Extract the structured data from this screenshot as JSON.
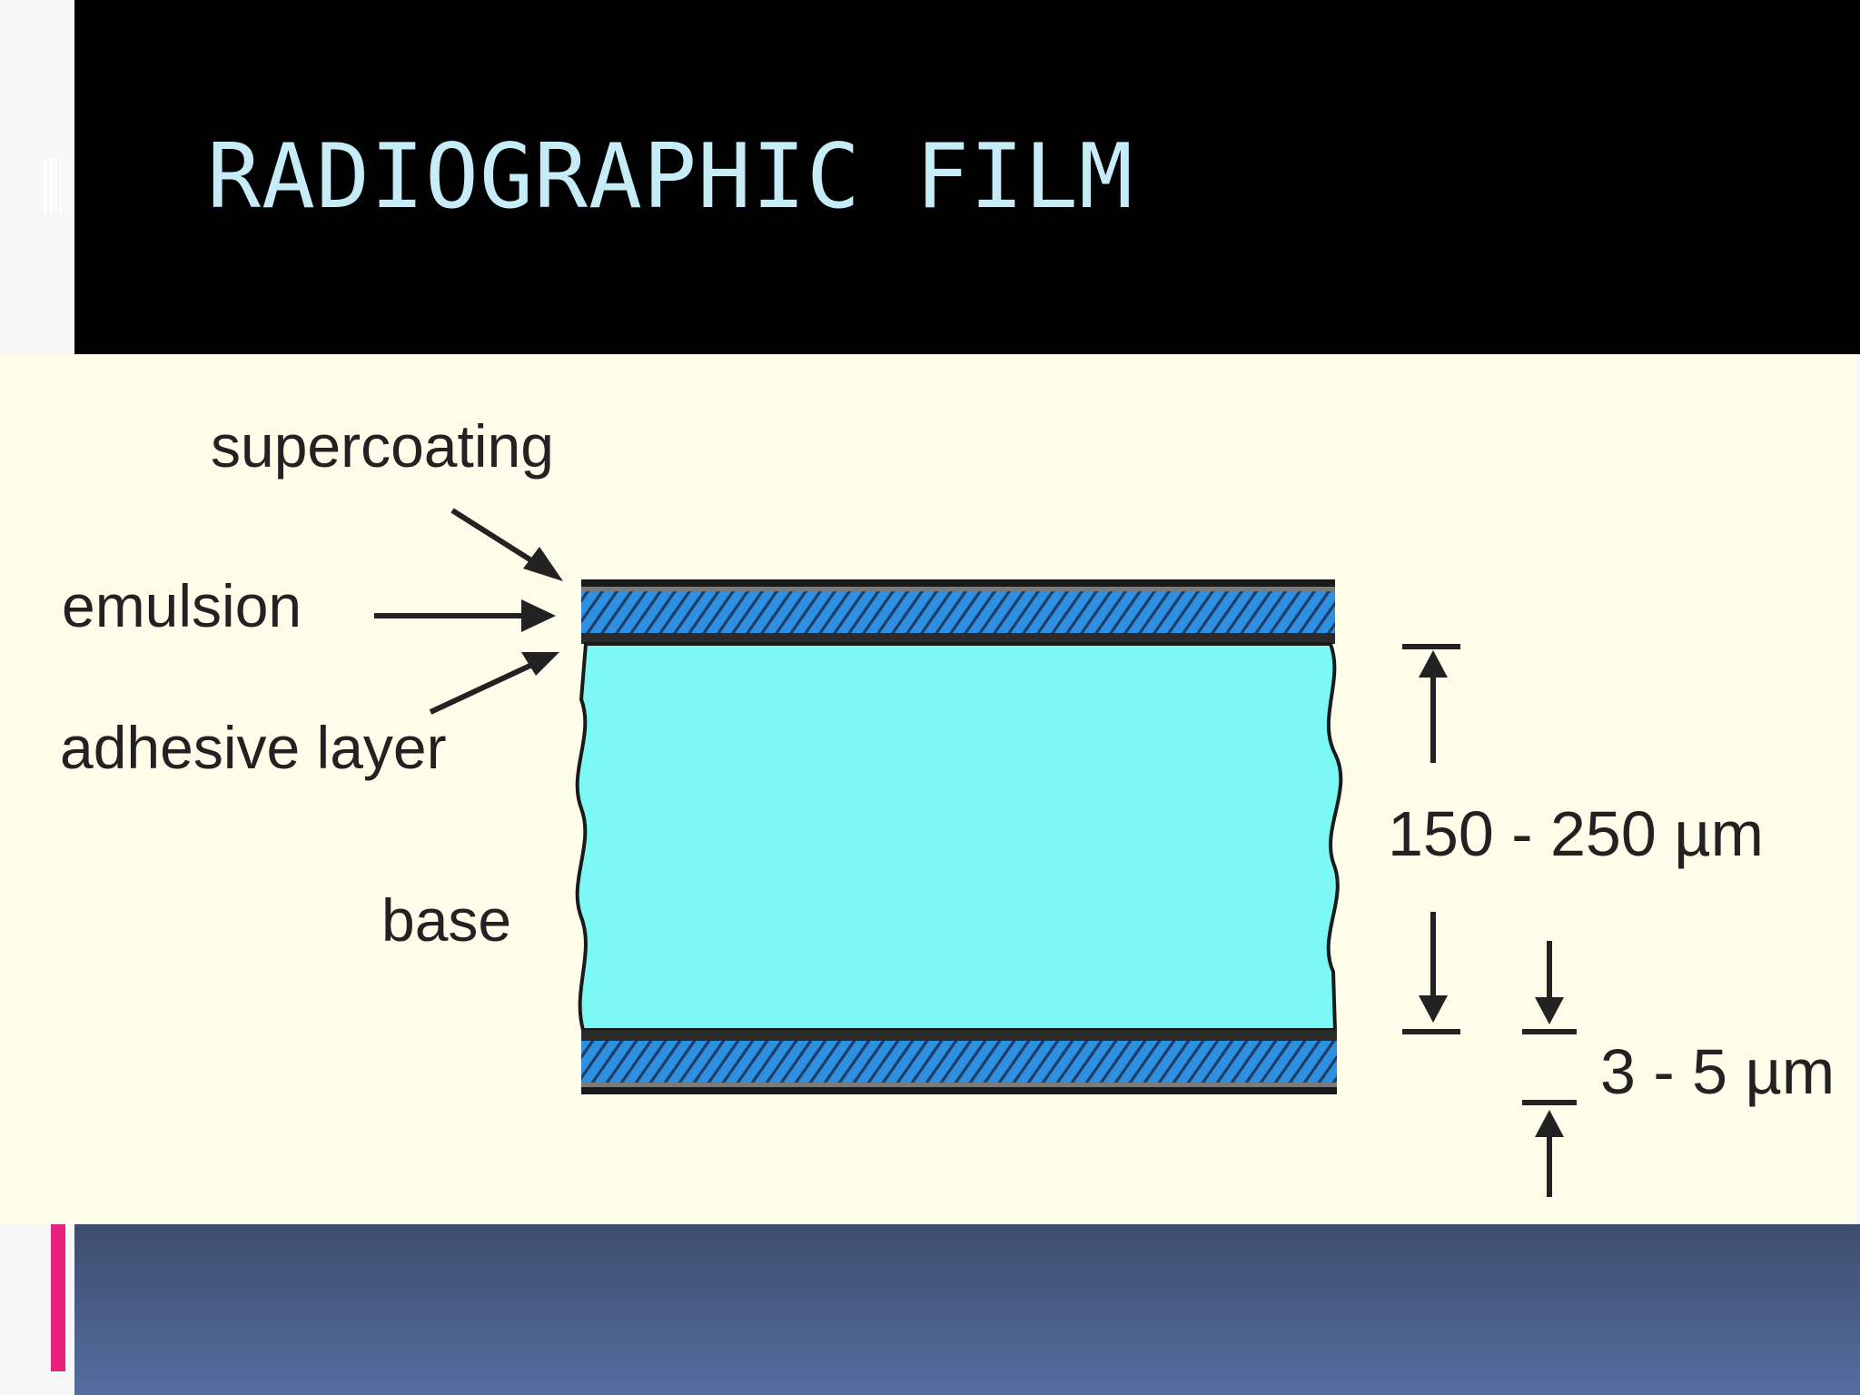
{
  "slide": {
    "title": "RADIOGRAPHIC FILM",
    "colors": {
      "title_bar": "#000000",
      "title_text": "#c6ecf7",
      "figure_background": "#fdfde9",
      "base_layer": "#7bf8f3",
      "emulsion_layer": "#2f8fe0",
      "bottom_band_top": "#3e4c6e",
      "bottom_band_bottom": "#546ea0",
      "accent_bar": "#e8217c"
    }
  },
  "diagram": {
    "labels": {
      "supercoating": "supercoating",
      "emulsion": "emulsion",
      "adhesive_layer": "adhesive layer",
      "base": "base"
    },
    "dimensions": {
      "base_thickness": "150 - 250 µm",
      "coating_thickness": "3 - 5 µm"
    }
  }
}
